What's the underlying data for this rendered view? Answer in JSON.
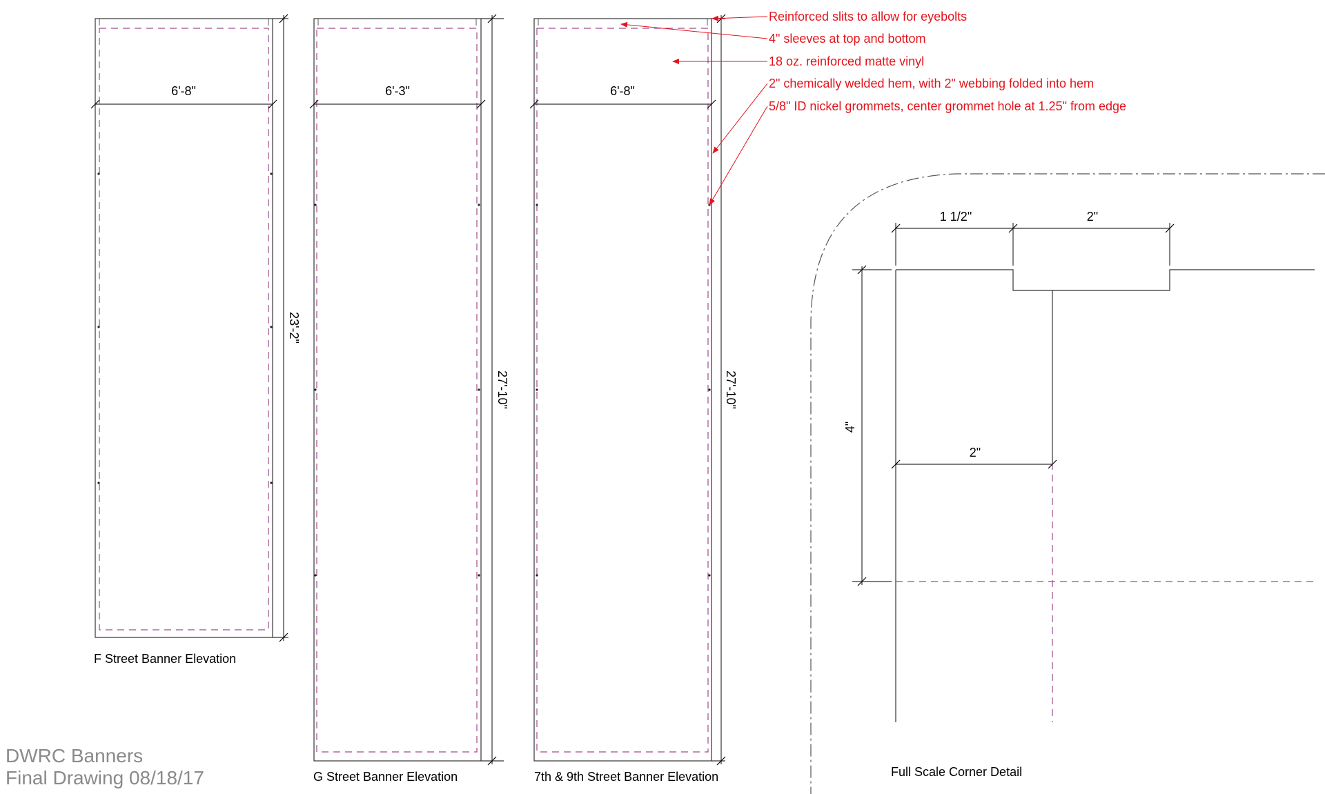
{
  "title_block": {
    "project": "DWRC Banners",
    "subtitle": "Final Drawing 08/18/17"
  },
  "banners": [
    {
      "caption": "F Street Banner Elevation",
      "width_label": "6'-8\"",
      "height_label": "23'-2\""
    },
    {
      "caption": "G Street Banner Elevation",
      "width_label": "6'-3\"",
      "height_label": "27'-10\""
    },
    {
      "caption": "7th & 9th Street Banner Elevation",
      "width_label": "6'-8\"",
      "height_label": "27'-10\""
    }
  ],
  "callouts": [
    "Reinforced slits to allow for eyebolts",
    "4\" sleeves at top and bottom",
    "18 oz. reinforced matte vinyl",
    "2\" chemically welded hem, with 2\" webbing folded into hem",
    "5/8\" ID nickel grommets, center grommet hole at 1.25\" from edge"
  ],
  "detail": {
    "caption": "Full Scale Corner Detail",
    "dim_top_left": "1 1/2\"",
    "dim_top_right": "2\"",
    "dim_vertical": "4\"",
    "dim_inner": "2\""
  },
  "colors": {
    "annotation": "#e4141b",
    "hem_line": "#a04a8c",
    "title_text": "#8a8a8a"
  }
}
